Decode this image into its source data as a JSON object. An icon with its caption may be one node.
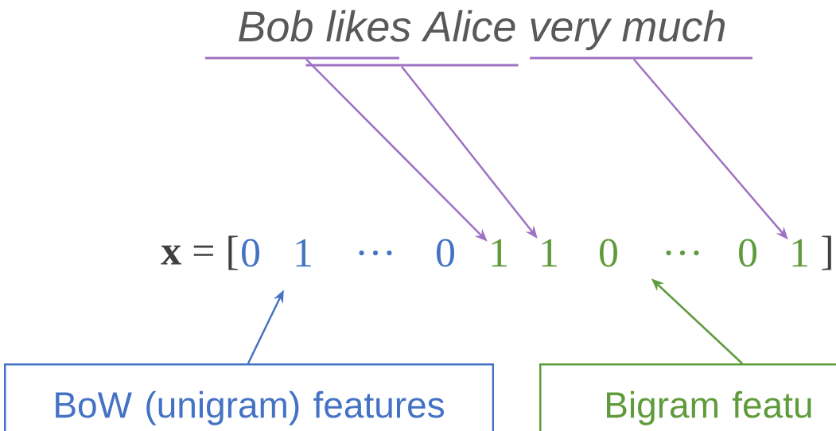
{
  "diagram": {
    "nodes": [
      {
        "text": [
          "Bob likes Alice very much"
        ]
      },
      {
        "text": [],
        "shape": "bar"
      },
      {
        "text": [],
        "shape": "bar"
      },
      {
        "text": [],
        "shape": "bar"
      },
      {
        "text": [
          "0"
        ]
      },
      {
        "text": [
          "1"
        ]
      },
      {
        "text": [
          "…"
        ]
      },
      {
        "text": [
          "0"
        ]
      },
      {
        "text": [
          "1"
        ]
      },
      {
        "text": [
          "1"
        ]
      },
      {
        "text": [
          "0"
        ]
      },
      {
        "text": [
          "…"
        ]
      },
      {
        "text": [
          "0"
        ]
      },
      {
        "text": [
          "1"
        ]
      },
      {
        "text": [
          "BoW (unigram) features"
        ]
      },
      {
        "text": [
          "Bigram featu"
        ]
      }
    ],
    "edges": [
      {
        "from": 1,
        "to": 8,
        "arrow": "to"
      },
      {
        "from": 2,
        "to": 9,
        "arrow": "to"
      },
      {
        "from": 3,
        "to": 13,
        "arrow": "to"
      },
      {
        "from": 14,
        "to": 5,
        "arrow": "to",
        "color": "#4472c4"
      },
      {
        "from": 15,
        "to": 11,
        "arrow": "to",
        "color": "#5f9b3b"
      }
    ],
    "labels": [
      "**x** = [",
      "]"
    ]
  }
}
